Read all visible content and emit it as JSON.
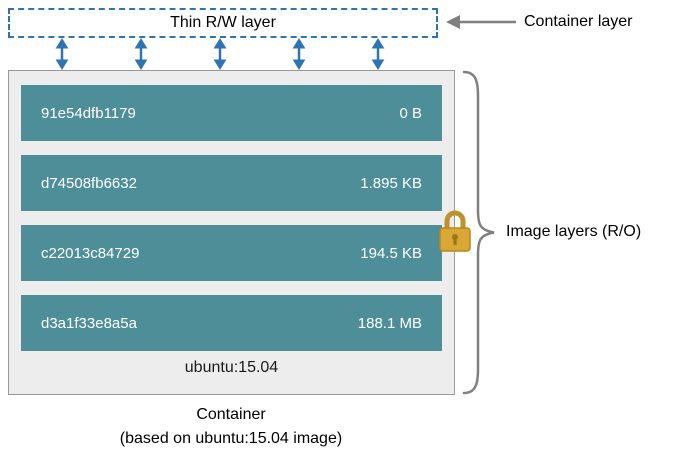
{
  "thin_layer": {
    "label": "Thin R/W layer"
  },
  "annotations": {
    "container_layer": "Container layer",
    "image_layers": "Image layers (R/O)"
  },
  "container": {
    "base_image": "ubuntu:15.04",
    "layers": [
      {
        "id": "91e54dfb1179",
        "size": "0 B"
      },
      {
        "id": "d74508fb6632",
        "size": "1.895 KB"
      },
      {
        "id": "c22013c84729",
        "size": "194.5 KB"
      },
      {
        "id": "d3a1f33e8a5a",
        "size": "188.1 MB"
      }
    ]
  },
  "caption": {
    "line1": "Container",
    "line2": "(based on ubuntu:15.04 image)"
  },
  "icons": {
    "lock": "lock-icon",
    "brace": "curly-brace-icon",
    "left_arrow": "left-arrow-icon",
    "updown_arrows": "bidirectional-arrows-icon"
  },
  "colors": {
    "layer_teal": "#4e8e98",
    "arrow_blue": "#2e74b5",
    "dashed_border_blue": "#2e74b5",
    "lock_gold": "#d9a733",
    "box_background": "#ededed",
    "box_border": "#999999",
    "brace_gray": "#808080"
  }
}
